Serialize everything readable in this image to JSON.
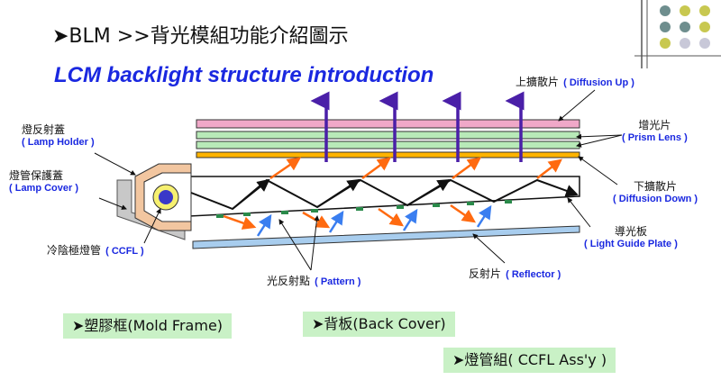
{
  "heading": "➤BLM >>背光模組功能介紹圖示",
  "subtitle": "LCM backlight  structure introduction",
  "labels": {
    "diffusion_up_zh": "上擴散片",
    "diffusion_up_en": "( Diffusion Up )",
    "prism_zh": "增光片",
    "prism_en": "( Prism Lens )",
    "diffusion_down_zh": "下擴散片",
    "diffusion_down_en": "( Diffusion Down )",
    "lgp_zh": "導光板",
    "lgp_en": "( Light Guide Plate )",
    "reflector_zh": "反射片",
    "reflector_en": "( Reflector )",
    "pattern_zh": "光反射點",
    "pattern_en": "( Pattern )",
    "lamp_holder_zh": "燈反射蓋",
    "lamp_holder_en": "( Lamp Holder )",
    "lamp_cover_zh": "燈管保護蓋",
    "lamp_cover_en": "( Lamp Cover )",
    "ccfl_zh": "冷陰極燈管",
    "ccfl_en": "( CCFL )"
  },
  "components": {
    "mold_frame": "➤塑膠框(Mold Frame)",
    "back_cover": "➤背板(Back Cover)",
    "ccfl_assy": "➤燈管組( CCFL Ass'y )"
  },
  "colors": {
    "diffusion_up": "#f0a8c8",
    "prism": "#b8eab8",
    "diffusion_down_strip": "#ffb400",
    "reflector": "#a8cdee",
    "lamp_holder": "#f2c6a0",
    "ray": "#111111",
    "up_arrow": "#4a1fa8",
    "orange_arrow": "#ff6a10",
    "blue_arrow": "#3a7ef0",
    "pattern_dot": "#2a8a4a",
    "label_blue": "#1a28e0"
  }
}
